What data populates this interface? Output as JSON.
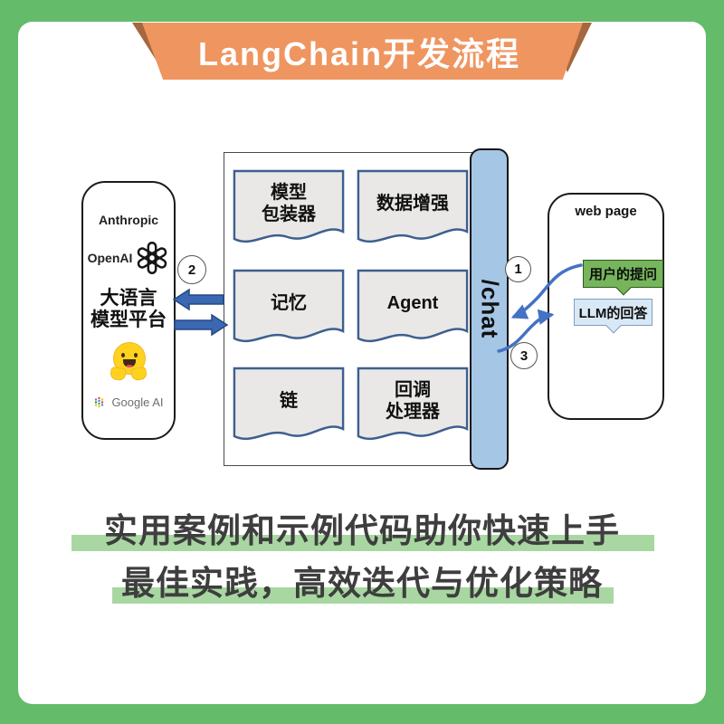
{
  "banner": {
    "title": "LangChain开发流程"
  },
  "llm_platform_panel": {
    "provider_anthropic": "Anthropic",
    "provider_openai": "OpenAI",
    "title_line1": "大语言",
    "title_line2": "模型平台",
    "provider_google": "Google AI"
  },
  "modules_box": {
    "modules": [
      {
        "line1": "模型",
        "line2": "包装器"
      },
      {
        "line1": "数据增强",
        "line2": ""
      },
      {
        "line1": "记忆",
        "line2": ""
      },
      {
        "line1": "Agent",
        "line2": ""
      },
      {
        "line1": "链",
        "line2": ""
      },
      {
        "line1": "回调",
        "line2": "处理器"
      }
    ]
  },
  "chat_endpoint": {
    "label": "/chat"
  },
  "web_page_panel": {
    "title": "web page",
    "user_question": "用户的提问",
    "llm_answer": "LLM的回答"
  },
  "steps": {
    "step1": "1",
    "step2": "2",
    "step3": "3"
  },
  "caption": {
    "line1": "实用案例和示例代码助你快速上手",
    "line2": "最佳实践，高效迭代与优化策略"
  },
  "colors": {
    "frame_green": "#64bb6a",
    "banner_orange": "#ef9560",
    "banner_fold_brown": "#a5673f",
    "highlight_green": "#a9d7a2",
    "chat_bar_blue": "#a6c6e6",
    "user_box_green": "#76b55c",
    "llm_box_blue": "#d9e8f5",
    "curved_arrow_blue": "#4472c4",
    "block_arrow_blue": "#3a68b2",
    "doc_card_fill": "#e9e8e6",
    "doc_card_border": "#3d5f8f"
  }
}
